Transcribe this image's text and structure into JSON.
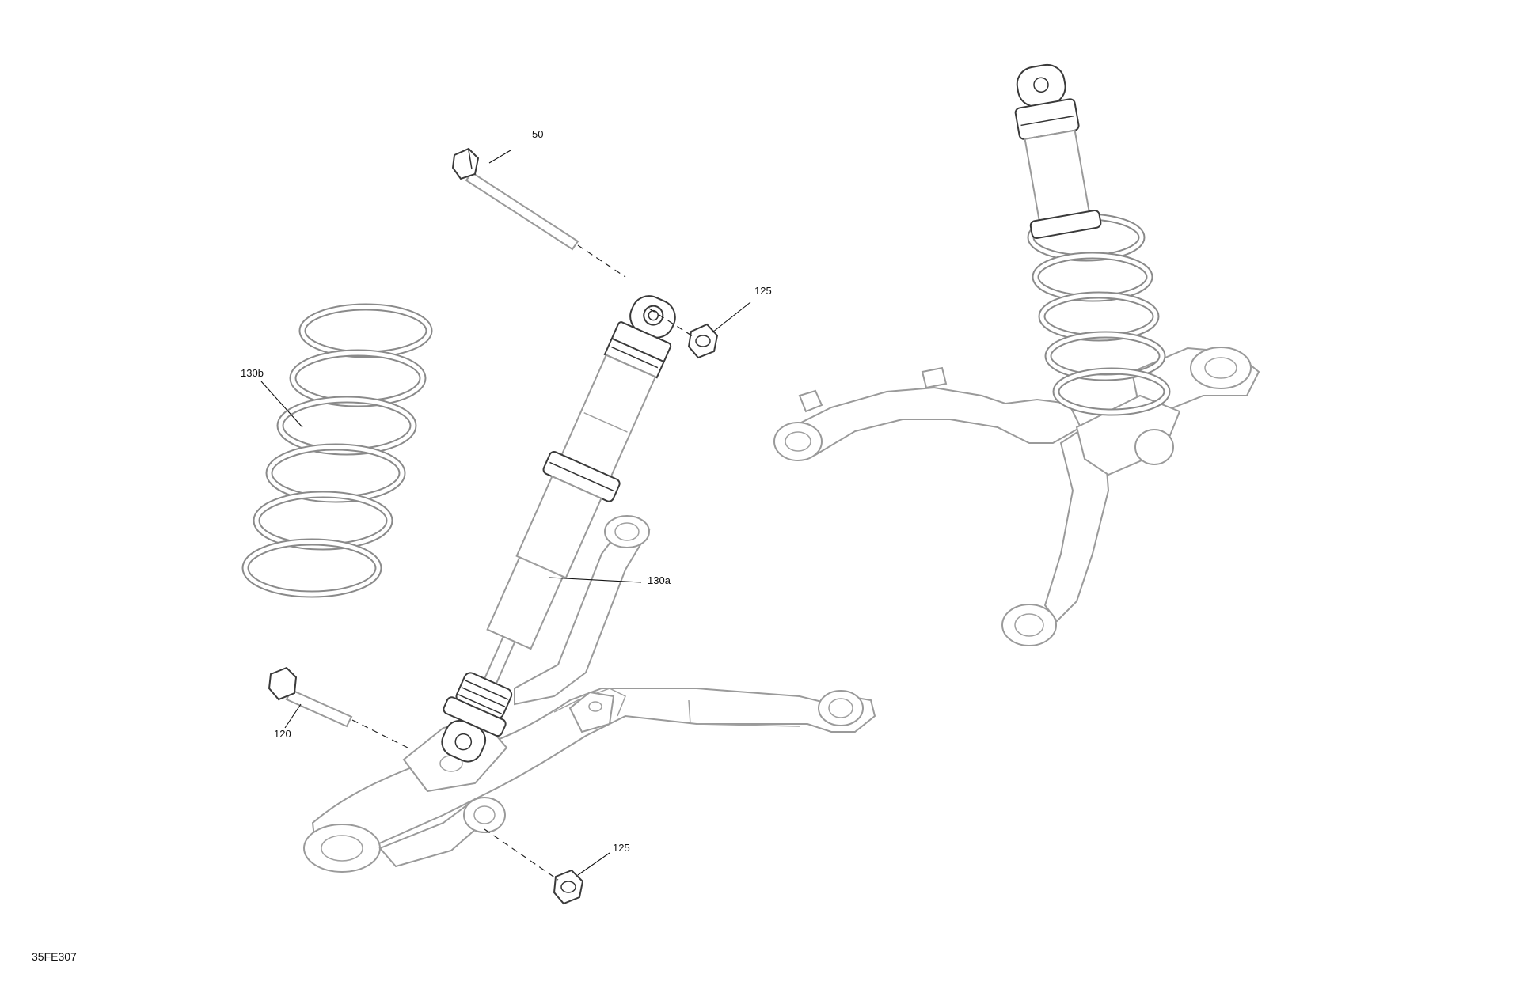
{
  "callouts": {
    "bolt_upper": "50",
    "nut_upper": "125",
    "spring": "130b",
    "shock_body": "130a",
    "bolt_lower": "120",
    "nut_lower": "125"
  },
  "diagram_code": "35FE307"
}
